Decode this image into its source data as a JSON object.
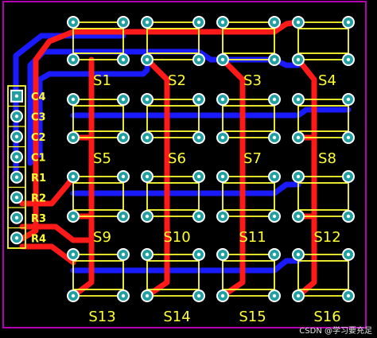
{
  "colors": {
    "board_outline": "#b300b3",
    "top_trace": "#ff1a1a",
    "bottom_trace": "#1a1aff",
    "silkscreen": "#ffff33",
    "pad": "#20a0a0",
    "pad_ring": "#ffffff",
    "background": "#000000"
  },
  "switches": [
    {
      "label": "S1"
    },
    {
      "label": "S2"
    },
    {
      "label": "S3"
    },
    {
      "label": "S4"
    },
    {
      "label": "S5"
    },
    {
      "label": "S6"
    },
    {
      "label": "S7"
    },
    {
      "label": "S8"
    },
    {
      "label": "S9"
    },
    {
      "label": "S10"
    },
    {
      "label": "S11"
    },
    {
      "label": "S12"
    },
    {
      "label": "S13"
    },
    {
      "label": "S14"
    },
    {
      "label": "S15"
    },
    {
      "label": "S16"
    }
  ],
  "header": {
    "pins": [
      {
        "label": "C4"
      },
      {
        "label": "C3"
      },
      {
        "label": "C2"
      },
      {
        "label": "C1"
      },
      {
        "label": "R1"
      },
      {
        "label": "R2"
      },
      {
        "label": "R3"
      },
      {
        "label": "R4"
      }
    ]
  },
  "watermark": "CSDN @学习要充足"
}
